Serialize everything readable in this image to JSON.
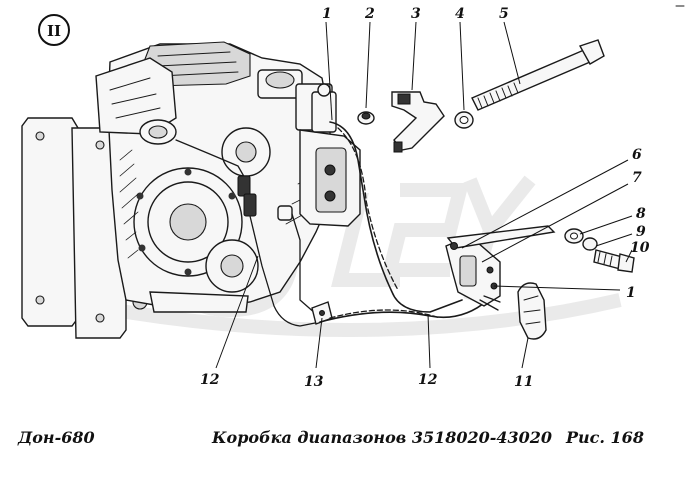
{
  "badge": "II",
  "footer": {
    "model": "Дон-680",
    "title": "Коробка диапазонов 3518020-43020",
    "figure": "Рис.  168"
  },
  "callouts": [
    "1",
    "2",
    "3",
    "4",
    "5",
    "6",
    "7",
    "8",
    "9",
    "10",
    "1",
    "12",
    "13",
    "12",
    "11"
  ]
}
